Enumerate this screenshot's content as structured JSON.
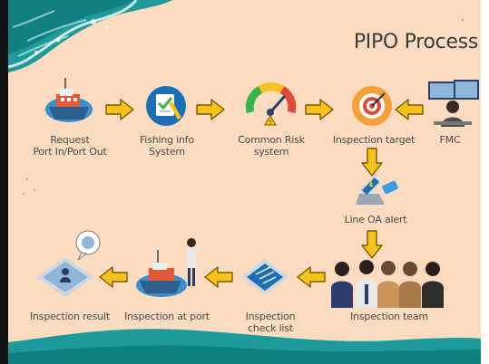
{
  "title": "PIPO Process",
  "nodes": {
    "request": {
      "line1": "Request",
      "line2": "Port In/Port Out"
    },
    "fishing_info": {
      "line1": "Fishing info",
      "line2": "System"
    },
    "common_risk": {
      "line1": "Common Risk",
      "line2": "system"
    },
    "inspection_target": {
      "label": "Inspection target"
    },
    "fmc": {
      "label": "FMC"
    },
    "line_oa_alert": {
      "label": "Line OA alert"
    },
    "inspection_team": {
      "label": "Inspection team"
    },
    "inspection_check_list": {
      "line1": "Inspection",
      "line2": "check list"
    },
    "inspection_at_port": {
      "label": "Inspection at port"
    },
    "inspection_result": {
      "label": "Inspection result"
    }
  },
  "colors": {
    "background": "#fbdcc0",
    "arrow_fill": "#f7c21b",
    "arrow_stroke": "#7a5a00",
    "sea": "#1f9a9b",
    "label": "#4a4a4a"
  }
}
